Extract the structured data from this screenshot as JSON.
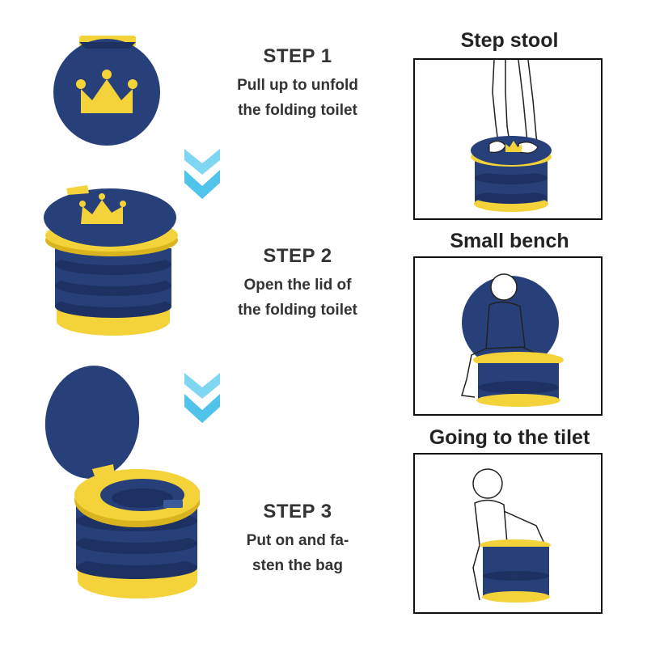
{
  "steps": [
    {
      "title": "STEP 1",
      "line1": "Pull up to unfold",
      "line2": "the folding toilet"
    },
    {
      "title": "STEP 2",
      "line1": "Open the lid of",
      "line2": "the folding toilet"
    },
    {
      "title": "STEP 3",
      "line1": "Put on and fa-",
      "line2": "sten the bag"
    }
  ],
  "uses": [
    {
      "title": "Step stool"
    },
    {
      "title": "Small bench"
    },
    {
      "title": "Going to the tilet"
    }
  ],
  "colors": {
    "navy": "#27407a",
    "navy_dark": "#1d3163",
    "yellow": "#f3d23a",
    "yellow_dark": "#d9b41f",
    "arrow": "#4fc3ea",
    "text": "#333333"
  },
  "icons": {
    "crown": "crown-icon",
    "arrow": "double-chevron-down-icon"
  }
}
